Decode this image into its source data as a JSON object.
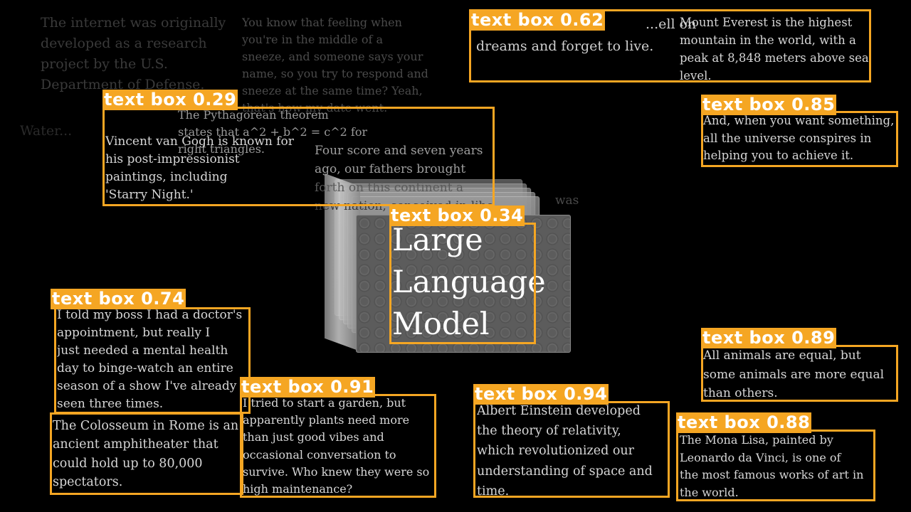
{
  "background_texts": {
    "internet": [
      "The internet was originally",
      "developed as a research",
      "project by the U.S.",
      "Department of Defense."
    ],
    "sneeze": [
      "You know that feeling when",
      "you're in the middle of a",
      "sneeze, and someone says your",
      "name, so you try to respond and",
      "sneeze at the same time? Yeah,",
      "that's how my date went."
    ],
    "pythagoras": [
      "The Pythagorean theorem",
      "states that a^2 + b^2 = c^2 for",
      "right triangles."
    ],
    "gettysburg": [
      "Four score and seven years",
      "ago, our fathers brought",
      "forth on this continent a",
      "new nation, conceived in liberty"
    ],
    "water_fragment": "Water...",
    "was_fragment": "was",
    "dreams": [
      "...ell on",
      "dreams and forget to live."
    ]
  },
  "detections": [
    {
      "label": "text box 0.62",
      "lines": [
        "Mount Everest is the highest",
        "mountain in the world, with a",
        "peak at 8,848 meters above sea",
        "level."
      ]
    },
    {
      "label": "text box 0.85",
      "lines": [
        "And, when you want something,",
        "all the universe conspires in",
        "helping you to achieve it."
      ]
    },
    {
      "label": "text box 0.29",
      "lines": [
        "Vincent van Gogh is known for",
        "his post-impressionist",
        "paintings, including",
        "'Starry Night.'"
      ]
    },
    {
      "label": "text box 0.34",
      "lines": [
        "Large",
        "Language",
        "Model"
      ]
    },
    {
      "label": "text box 0.74",
      "lines": [
        "I told my boss I had a doctor's",
        "appointment, but really I",
        "just needed a mental health",
        "day to binge-watch an entire",
        "season of a show I've already",
        "seen three times."
      ]
    },
    {
      "label": "text box 0.89",
      "lines": [
        "All animals are equal, but",
        "some animals are more equal",
        "than others."
      ]
    },
    {
      "label": "text box 0.91",
      "lines": [
        "I tried to start a garden, but",
        "apparently plants need more",
        "than just good vibes and",
        "occasional conversation to",
        "survive. Who knew they were so",
        "high maintenance?"
      ]
    },
    {
      "label": "text box 0.94",
      "lines": [
        "Albert Einstein developed",
        "the theory of relativity,",
        "which revolutionized our",
        "understanding of space and",
        "time."
      ]
    },
    {
      "label": "text box 0.88",
      "lines": [
        "The Mona Lisa, painted by",
        "Leonardo da Vinci, is one of",
        "the most famous works of art in",
        "the world."
      ]
    }
  ],
  "undetected": {
    "colosseum": [
      "The Colosseum in Rome is an",
      "ancient amphitheater that",
      "could hold up to 80,000",
      "spectators."
    ]
  },
  "colors": {
    "box": "#f5a623",
    "background": "#000000",
    "text": "#d6d6d6"
  }
}
